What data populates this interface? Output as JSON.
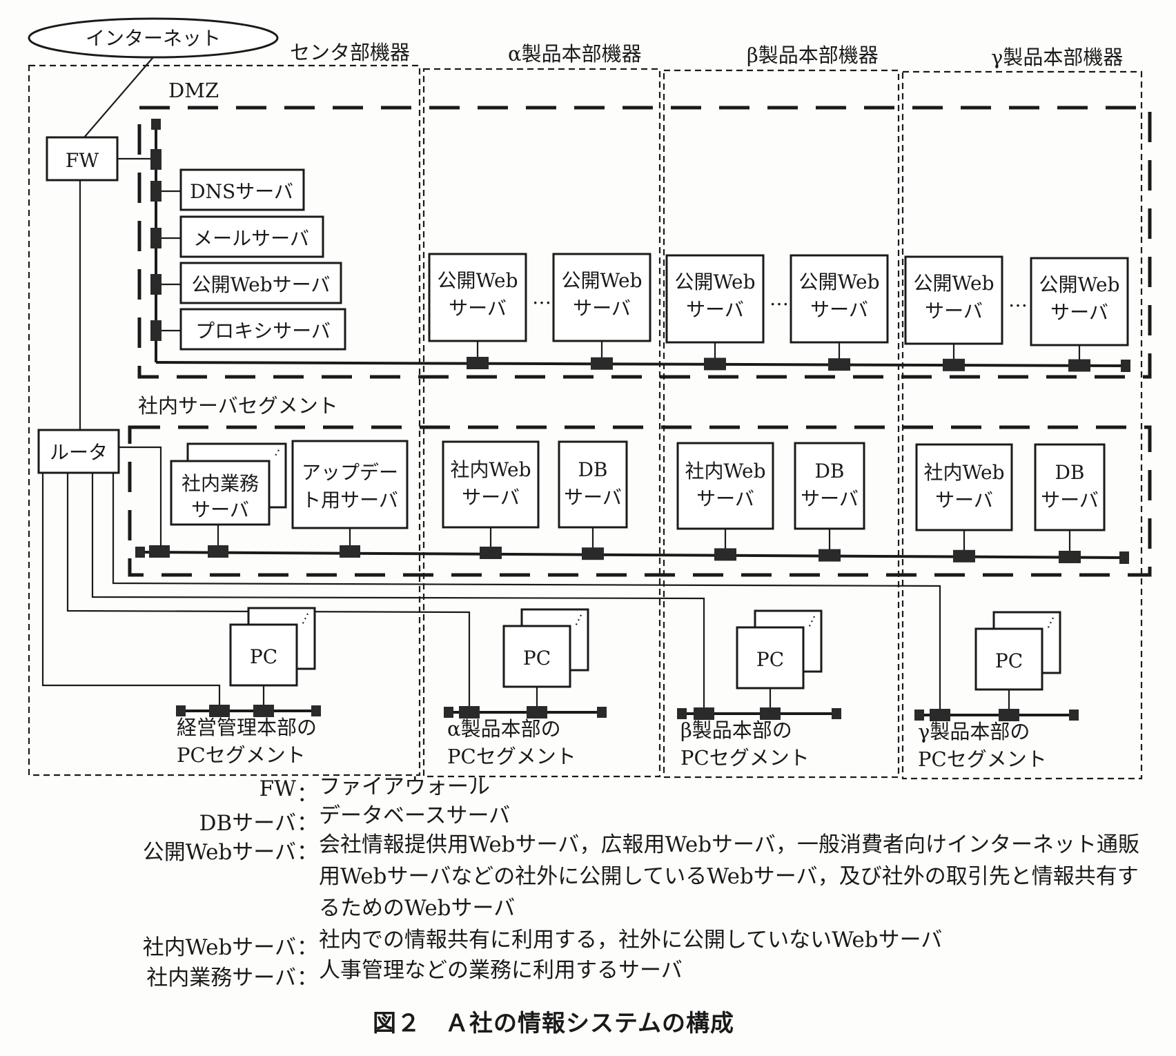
{
  "internet": {
    "label": "インターネット"
  },
  "departments": {
    "center": "センタ部機器",
    "alpha": "α製品本部機器",
    "beta": "β製品本部機器",
    "gamma": "γ製品本部機器"
  },
  "zones": {
    "dmz": "DMZ",
    "internal": "社内サーバセグメント"
  },
  "devices": {
    "fw": "FW",
    "router": "ルータ",
    "dns": "DNSサーバ",
    "mail": "メールサーバ",
    "public_web": "公開Webサーバ",
    "proxy": "プロキシサーバ",
    "pub_web_line1": "公開Web",
    "server_line2": "サーバ",
    "ellipsis": "…",
    "biz_line1": "社内業務",
    "update_line1": "アップデー",
    "update_line2": "ト用サーバ",
    "intra_web_line1": "社内Web",
    "db_line1": "DB",
    "pc": "PC"
  },
  "pc_segments": {
    "mgmt": [
      "経営管理本部の",
      "PCセグメント"
    ],
    "alpha": [
      "α製品本部の",
      "PCセグメント"
    ],
    "beta": [
      "β製品本部の",
      "PCセグメント"
    ],
    "gamma": [
      "γ製品本部の",
      "PCセグメント"
    ]
  },
  "legend": [
    {
      "term": "FW",
      "desc": "ファイアウォール"
    },
    {
      "term": "DBサーバ",
      "desc": "データベースサーバ"
    },
    {
      "term": "公開Webサーバ",
      "desc": "会社情報提供用Webサーバ，広報用Webサーバ，一般消費者向けインターネット通販用Webサーバなどの社外に公開しているWebサーバ，及び社外の取引先と情報共有するためのWebサーバ"
    },
    {
      "term": "社内Webサーバ",
      "desc": "社内での情報共有に利用する，社外に公開していないWebサーバ"
    },
    {
      "term": "社内業務サーバ",
      "desc": "人事管理などの業務に利用するサーバ"
    }
  ],
  "legend_colon": "：",
  "caption": "図２　Ａ社の情報システムの構成"
}
